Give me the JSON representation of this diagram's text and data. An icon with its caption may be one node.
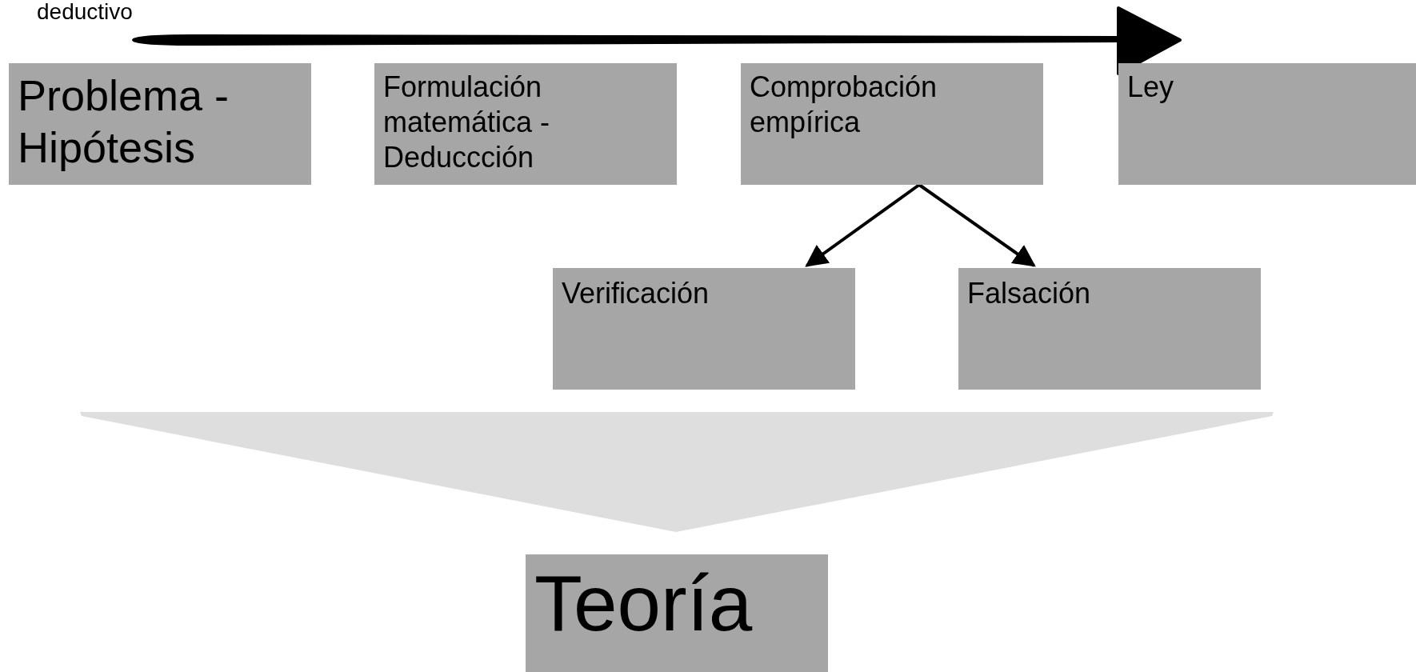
{
  "diagram": {
    "nodes": [
      {
        "text": [
          "Problema - Hipótesis"
        ]
      },
      {
        "text": [
          "Formulación matemática - Deduccción"
        ]
      },
      {
        "text": [
          "Comprobación empírica"
        ]
      },
      {
        "text": [
          "Ley"
        ]
      },
      {
        "text": [
          "Verificación"
        ]
      },
      {
        "text": [
          "Falsación"
        ]
      },
      {
        "text": [
          "Teoría"
        ]
      }
    ],
    "edges": [
      {
        "from": 2,
        "to": 4,
        "arrow": "to"
      },
      {
        "from": 2,
        "to": 5,
        "arrow": "to"
      }
    ],
    "labels": [
      "deductivo"
    ]
  }
}
